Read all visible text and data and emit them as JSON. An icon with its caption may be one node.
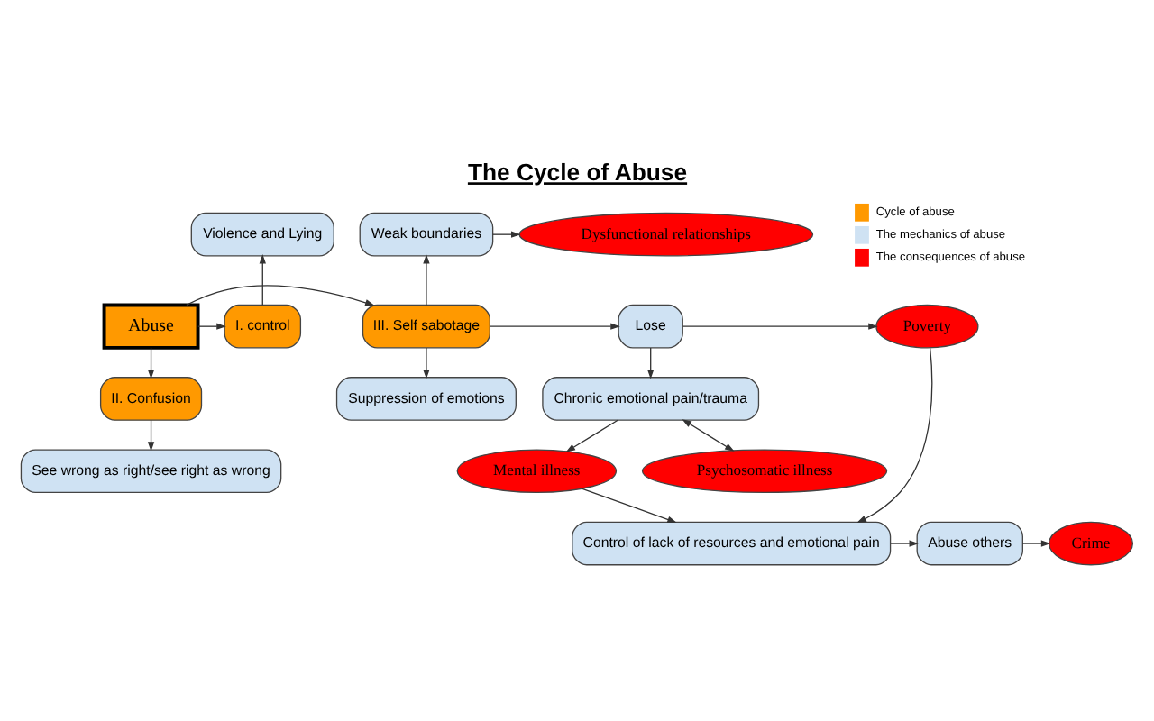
{
  "diagram": {
    "title": "The Cycle of Abuse",
    "nodes": [
      {
        "text": [
          "Abuse"
        ]
      },
      {
        "text": [
          "I. control"
        ]
      },
      {
        "text": [
          "Violence and Lying"
        ]
      },
      {
        "text": [
          "II. Confusion"
        ]
      },
      {
        "text": [
          "See wrong as right/see right as wrong"
        ]
      },
      {
        "text": [
          "III. Self sabotage"
        ]
      },
      {
        "text": [
          "Weak boundaries"
        ]
      },
      {
        "text": [
          "Dysfunctional relationships"
        ]
      },
      {
        "text": [
          "Suppression of emotions"
        ]
      },
      {
        "text": [
          "Lose"
        ]
      },
      {
        "text": [
          "Poverty"
        ]
      },
      {
        "text": [
          "Chronic emotional pain/trauma"
        ]
      },
      {
        "text": [
          "Mental illness"
        ]
      },
      {
        "text": [
          "Psychosomatic illness"
        ]
      },
      {
        "text": [
          "Control of lack of resources and emotional pain"
        ]
      },
      {
        "text": [
          "Abuse others"
        ]
      },
      {
        "text": [
          "Crime"
        ]
      }
    ],
    "edges": [
      {
        "from": 0,
        "to": 1,
        "arrow": "to"
      },
      {
        "from": 1,
        "to": 2,
        "arrow": "to"
      },
      {
        "from": 0,
        "to": 3,
        "arrow": "to"
      },
      {
        "from": 3,
        "to": 4,
        "arrow": "to"
      },
      {
        "from": 0,
        "to": 5,
        "arrow": "to"
      },
      {
        "from": 5,
        "to": 6,
        "arrow": "to"
      },
      {
        "from": 6,
        "to": 7,
        "arrow": "to"
      },
      {
        "from": 5,
        "to": 8,
        "arrow": "to"
      },
      {
        "from": 5,
        "to": 9,
        "arrow": "to"
      },
      {
        "from": 9,
        "to": 10,
        "arrow": "to"
      },
      {
        "from": 9,
        "to": 11,
        "arrow": "to"
      },
      {
        "from": 11,
        "to": 12,
        "arrow": "to"
      },
      {
        "from": 11,
        "to": 13,
        "arrow": "both"
      },
      {
        "from": 10,
        "to": 14,
        "arrow": "to"
      },
      {
        "from": 12,
        "to": 14,
        "arrow": "to"
      },
      {
        "from": 14,
        "to": 15,
        "arrow": "to"
      },
      {
        "from": 15,
        "to": 16,
        "arrow": "to"
      }
    ],
    "legend": [
      {
        "text": "Cycle of abuse",
        "color": "#ff9900"
      },
      {
        "text": "The mechanics of abuse",
        "color": "#cfe2f3"
      },
      {
        "text": "The consequences of abuse",
        "color": "#ff0000"
      }
    ]
  }
}
